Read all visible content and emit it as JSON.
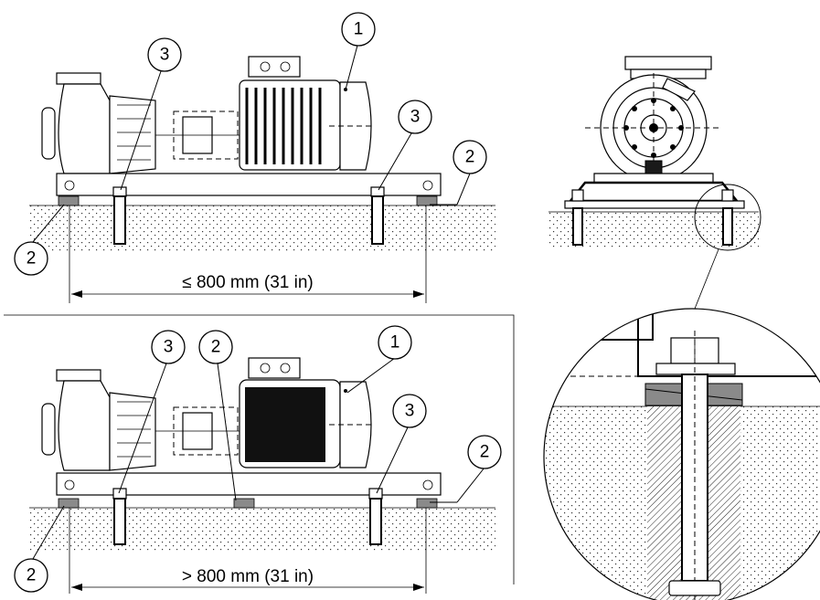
{
  "figure": {
    "top_view": {
      "dimension_label": "≤ 800 mm (31 in)",
      "callouts": [
        "1",
        "2",
        "2",
        "3",
        "3"
      ]
    },
    "bottom_view": {
      "dimension_label": "> 800 mm (31 in)",
      "callouts": [
        "1",
        "2",
        "2",
        "2",
        "3",
        "3"
      ]
    }
  }
}
